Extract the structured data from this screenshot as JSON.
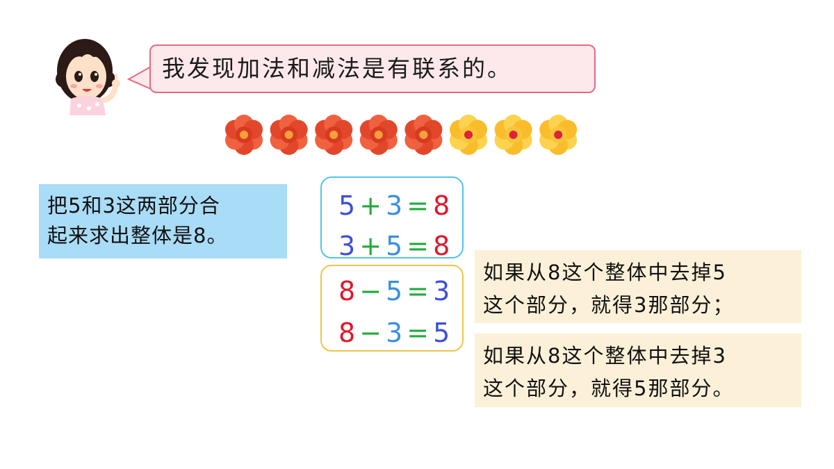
{
  "speech": {
    "text": "我发现加法和减法是有联系的。"
  },
  "left_note": {
    "line1": "把5和3这两部分合",
    "line2": "起来求出整体是8。"
  },
  "equations": {
    "add": [
      {
        "a": "5",
        "op": "+",
        "b": "3",
        "eq": "=",
        "c": "8"
      },
      {
        "a": "3",
        "op": "+",
        "b": "5",
        "eq": "=",
        "c": "8"
      }
    ],
    "sub": [
      {
        "a": "8",
        "op": "−",
        "b": "5",
        "eq": "=",
        "c": "3"
      },
      {
        "a": "8",
        "op": "−",
        "b": "3",
        "eq": "=",
        "c": "5"
      }
    ]
  },
  "notes": [
    {
      "line1": "如果从8这个整体中去掉5",
      "line2": "这个部分，就得3那部分；"
    },
    {
      "line1": "如果从8这个整体中去掉3",
      "line2": "这个部分，就得5那部分。"
    }
  ],
  "flowers": {
    "red_count": 5,
    "yellow_count": 3,
    "colors": {
      "red": "#e64a2a",
      "yellow": "#f9be2c",
      "bubble_border": "#e36a81",
      "note_blue": "#a9dcf6",
      "note_yellow": "#fcf1d8"
    }
  }
}
